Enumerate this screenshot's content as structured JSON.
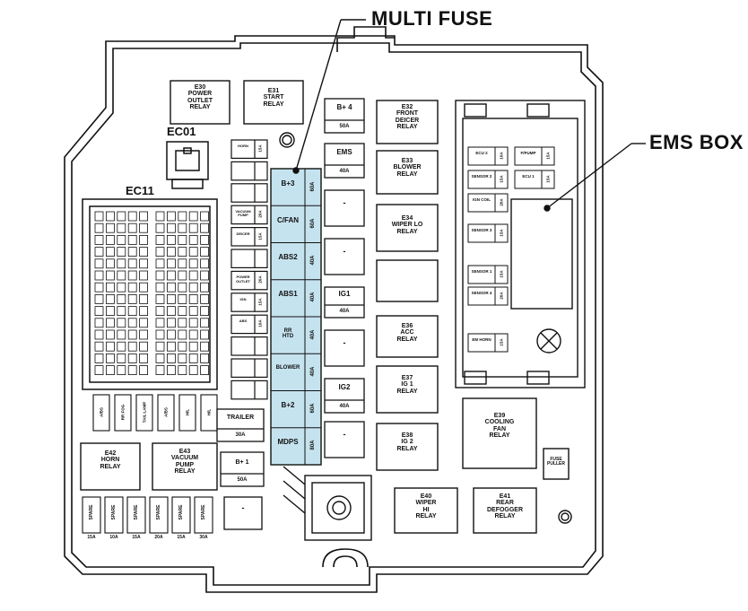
{
  "callouts": {
    "multi_fuse": "MULTI FUSE",
    "ems_box": "EMS BOX"
  },
  "connectors": {
    "ec01": "EC01",
    "ec11": "EC11"
  },
  "relays": {
    "e30": "E30\nPOWER\nOUTLET\nRELAY",
    "e31": "E31\nSTART\nRELAY",
    "e32": "E32\nFRONT\nDEICER\nRELAY",
    "e33": "E33\nBLOWER\nRELAY",
    "e34": "E34\nWIPER LO\nRELAY",
    "e36": "E36\nACC\nRELAY",
    "e37": "E37\nIG 1\nRELAY",
    "e38": "E38\nIG 2\nRELAY",
    "e39": "E39\nCOOLING\nFAN\nRELAY",
    "e40": "E40\nWIPER\nHI\nRELAY",
    "e41": "E41\nREAR\nDEFOGGER\nRELAY",
    "e42": "E42\nHORN\nRELAY",
    "e43": "E43\nVACUUM\nPUMP\nRELAY"
  },
  "multi_fuse": [
    {
      "name": "B+3",
      "amp": "60A"
    },
    {
      "name": "C/FAN",
      "amp": "60A"
    },
    {
      "name": "ABS2",
      "amp": "40A"
    },
    {
      "name": "ABS1",
      "amp": "40A"
    },
    {
      "name": "RR\nHTD",
      "amp": "40A"
    },
    {
      "name": "BLOWER",
      "amp": "40A"
    },
    {
      "name": "B+2",
      "amp": "60A"
    },
    {
      "name": "MDPS",
      "amp": "80A"
    }
  ],
  "fuses": {
    "b4": {
      "name": "B+ 4",
      "amp": "50A"
    },
    "ems": {
      "name": "EMS",
      "amp": "40A"
    },
    "ig1": {
      "name": "IG1",
      "amp": "40A"
    },
    "ig2": {
      "name": "IG2",
      "amp": "40A"
    },
    "trailer": {
      "name": "TRAILER",
      "amp": "30A"
    },
    "b1": {
      "name": "B+ 1",
      "amp": "50A"
    },
    "blank": "-"
  },
  "mini_fuses": [
    {
      "name": "HORN",
      "amp": "15A"
    },
    {
      "name": "",
      "amp": ""
    },
    {
      "name": "",
      "amp": ""
    },
    {
      "name": "VACUUM PUMP",
      "amp": "20A"
    },
    {
      "name": "DEICER",
      "amp": "15A"
    },
    {
      "name": "",
      "amp": ""
    },
    {
      "name": "POWER OUTLET",
      "amp": "20A"
    },
    {
      "name": "IGN",
      "amp": "15A"
    },
    {
      "name": "ABS",
      "amp": "10A"
    },
    {
      "name": "",
      "amp": ""
    },
    {
      "name": "",
      "amp": ""
    },
    {
      "name": "",
      "amp": ""
    }
  ],
  "ems_fuses": [
    {
      "name": "ECU 2",
      "amp": "10A"
    },
    {
      "name": "F/PUMP",
      "amp": "15A"
    },
    {
      "name": "SENSOR 2",
      "amp": "15A"
    },
    {
      "name": "ECU 1",
      "amp": "15A"
    },
    {
      "name": "IGN COIL",
      "amp": "20A"
    },
    {
      "name": "SENSOR 3",
      "amp": "15A"
    },
    {
      "name": "SENSOR 1",
      "amp": "15A"
    },
    {
      "name": "SENSOR 4",
      "amp": "20A"
    },
    {
      "name": "EM HORN",
      "amp": "15A"
    }
  ],
  "left_vertical": [
    "A/BS",
    "RR FOG",
    "TAIL LAMP",
    "A/BS",
    "H/L",
    "H/L"
  ],
  "spare_fuses": [
    {
      "name": "SPARE",
      "amp": "15A"
    },
    {
      "name": "SPARE",
      "amp": "10A"
    },
    {
      "name": "SPARE",
      "amp": "15A"
    },
    {
      "name": "SPARE",
      "amp": "20A"
    },
    {
      "name": "SPARE",
      "amp": "15A"
    },
    {
      "name": "SPARE",
      "amp": "30A"
    }
  ],
  "fuse_puller": "FUSE\nPULLER",
  "colors": {
    "multi_fuse_fill": "#c5e3ef",
    "outline": "#111111"
  }
}
